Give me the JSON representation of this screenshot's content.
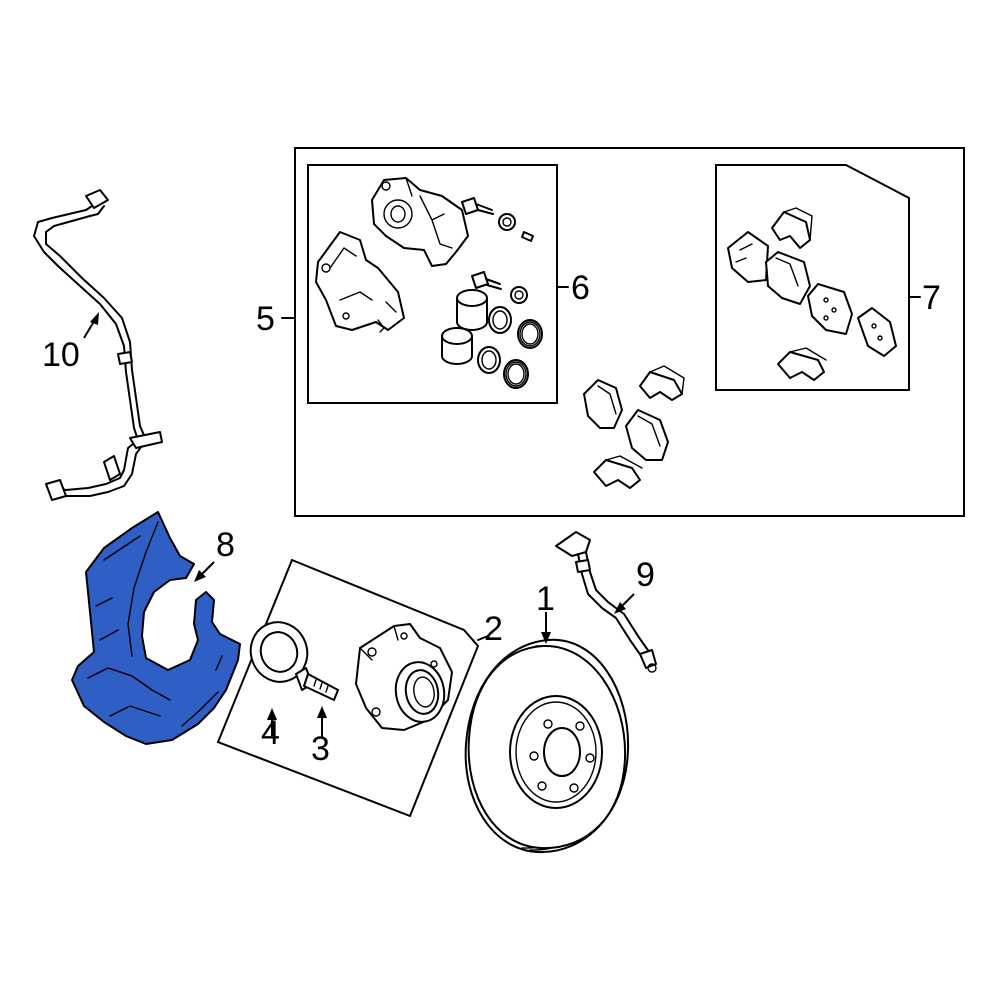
{
  "highlight_color": "#2f5ec4",
  "callouts": {
    "c1": "1",
    "c2": "2",
    "c3": "3",
    "c4": "4",
    "c5": "5",
    "c6": "6",
    "c7": "7",
    "c8": "8",
    "c9": "9",
    "c10": "10"
  },
  "parts": [
    {
      "callout": "1",
      "name": "brake-rotor"
    },
    {
      "callout": "2",
      "name": "hub-assembly"
    },
    {
      "callout": "3",
      "name": "hub-bolt"
    },
    {
      "callout": "4",
      "name": "hub-seal-ring"
    },
    {
      "callout": "5",
      "name": "caliper-and-pad-group"
    },
    {
      "callout": "6",
      "name": "caliper-assembly"
    },
    {
      "callout": "7",
      "name": "brake-pad-kit"
    },
    {
      "callout": "8",
      "name": "dust-shield",
      "highlighted": true
    },
    {
      "callout": "9",
      "name": "brake-hose"
    },
    {
      "callout": "10",
      "name": "abs-sensor-wire"
    }
  ]
}
